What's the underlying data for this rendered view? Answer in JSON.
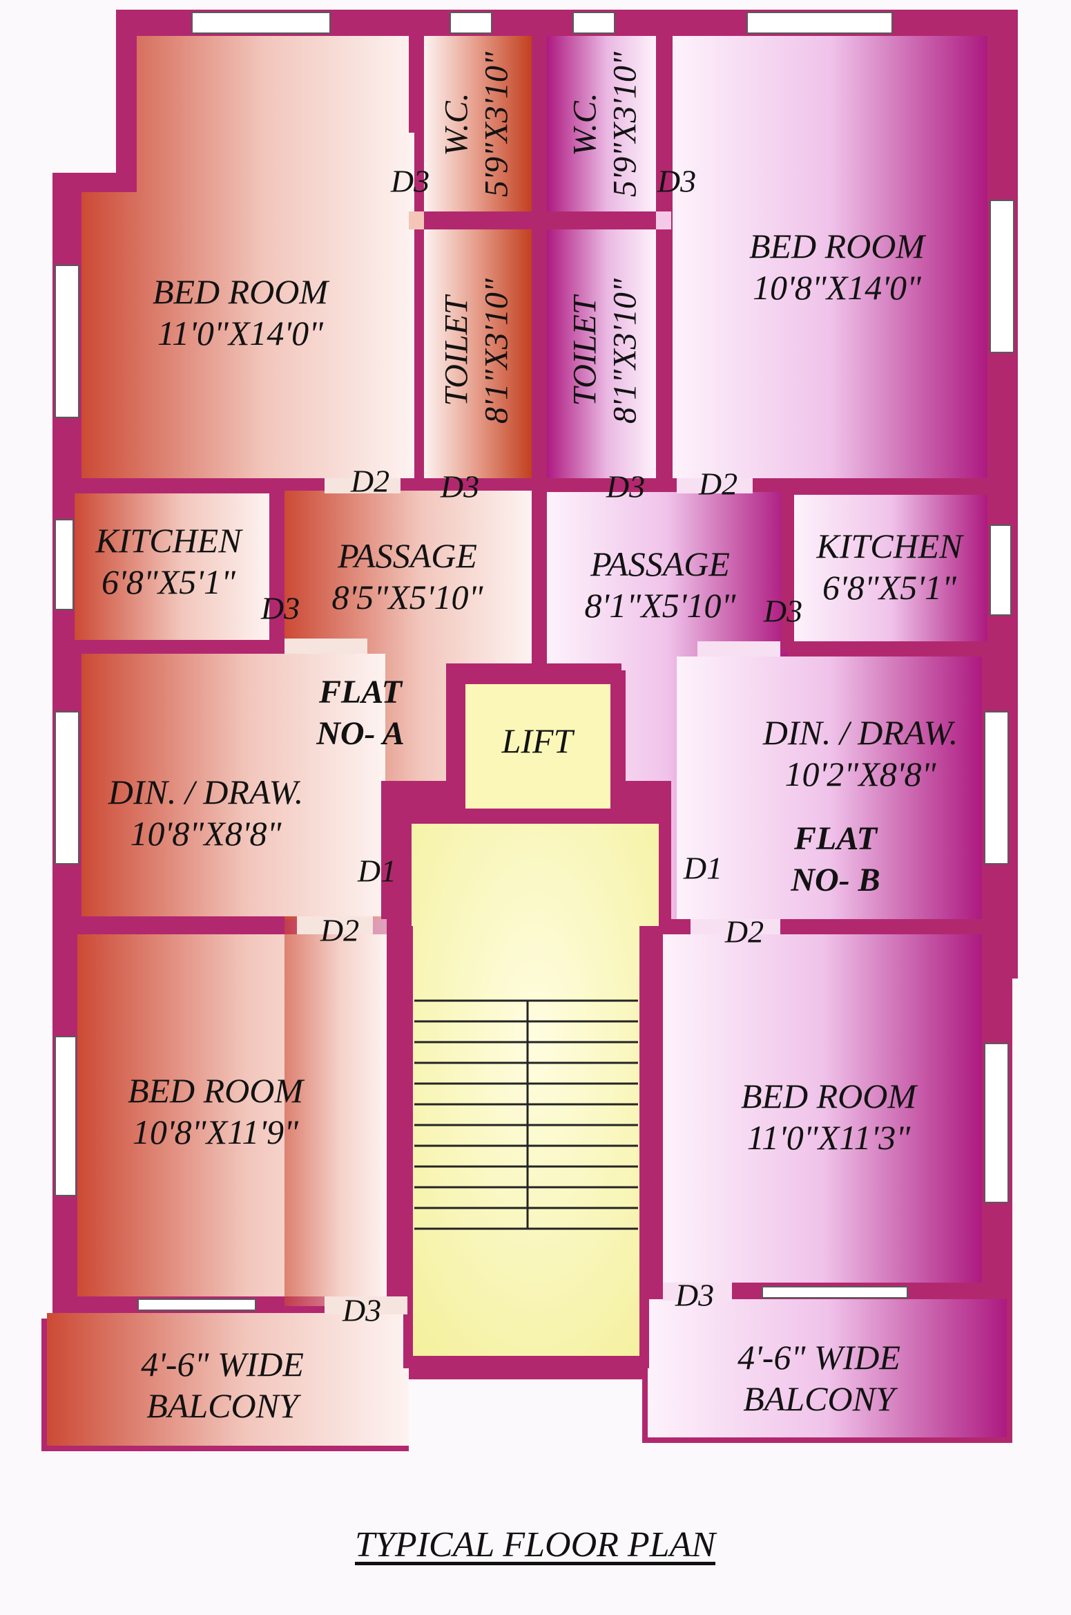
{
  "title": "TYPICAL FLOOR PLAN",
  "colors": {
    "wall": "#b2286f",
    "flat_a": "#cc4a35",
    "flat_b": "#ad1a80",
    "stair": "#f8f6a8"
  },
  "flat_a": {
    "label_line1": "FLAT",
    "label_line2": "NO-   A",
    "bedroom1": {
      "name": "BED ROOM",
      "size": "11'0\"X14'0\""
    },
    "wc": {
      "name": "W.C.",
      "size": "5'9\"X3'10\""
    },
    "toilet": {
      "name": "TOILET",
      "size": "8'1\"X3'10\""
    },
    "kitchen": {
      "name": "KITCHEN",
      "size": "6'8\"X5'1\""
    },
    "passage": {
      "name": "PASSAGE",
      "size": "8'5\"X5'10\""
    },
    "dining": {
      "name": "DIN. / DRAW.",
      "size": "10'8\"X8'8\""
    },
    "bedroom2": {
      "name": "BED ROOM",
      "size": "10'8\"X11'9\""
    },
    "balcony": {
      "line1": "4'-6\" WIDE",
      "line2": "BALCONY"
    }
  },
  "flat_b": {
    "label_line1": "FLAT",
    "label_line2": "NO-   B",
    "bedroom1": {
      "name": "BED ROOM",
      "size": "10'8\"X14'0\""
    },
    "wc": {
      "name": "W.C.",
      "size": "5'9\"X3'10\""
    },
    "toilet": {
      "name": "TOILET",
      "size": "8'1\"X3'10\""
    },
    "kitchen": {
      "name": "KITCHEN",
      "size": "6'8\"X5'1\""
    },
    "passage": {
      "name": "PASSAGE",
      "size": "8'1\"X5'10\""
    },
    "dining": {
      "name": "DIN. / DRAW.",
      "size": "10'2\"X8'8\""
    },
    "bedroom2": {
      "name": "BED ROOM",
      "size": "11'0\"X11'3\""
    },
    "balcony": {
      "line1": "4'-6\" WIDE",
      "line2": "BALCONY"
    }
  },
  "lift": "LIFT",
  "doors": {
    "d1": "D1",
    "d2": "D2",
    "d3": "D3"
  }
}
